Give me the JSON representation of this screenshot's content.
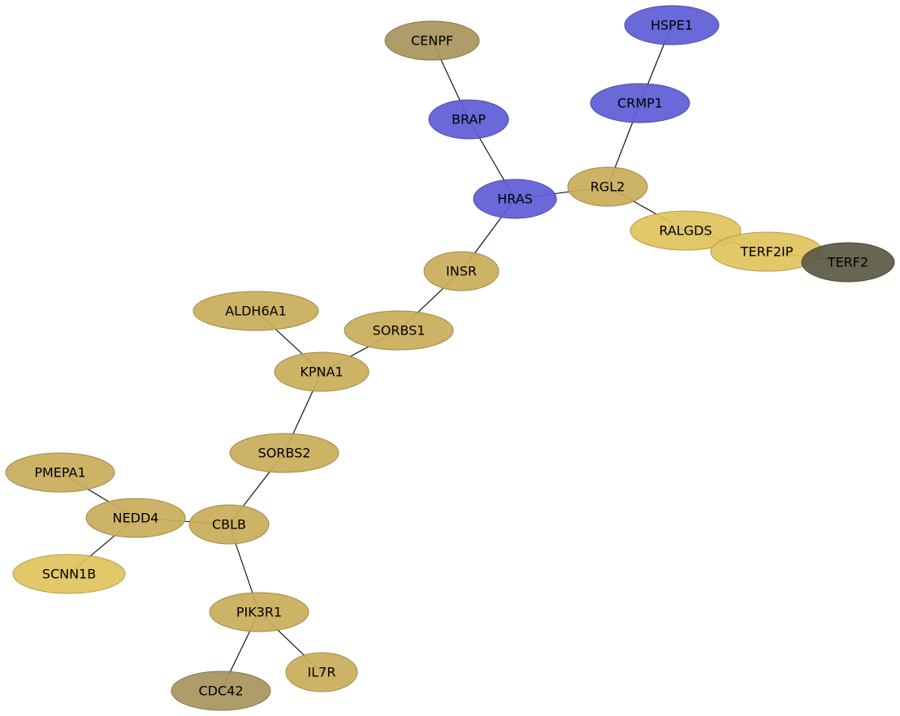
{
  "colors": {
    "blue": "#5e5ed6",
    "gold": "#c9ad5a",
    "bright_gold": "#e0c45e",
    "olive": "#a8955e",
    "dark": "#5d5a45",
    "edge": "#000000"
  },
  "nodes": [
    {
      "id": "CENPF",
      "label": "CENPF",
      "color": "olive"
    },
    {
      "id": "HSPE1",
      "label": "HSPE1",
      "color": "blue"
    },
    {
      "id": "BRAP",
      "label": "BRAP",
      "color": "blue"
    },
    {
      "id": "CRMP1",
      "label": "CRMP1",
      "color": "blue"
    },
    {
      "id": "RGL2",
      "label": "RGL2",
      "color": "gold"
    },
    {
      "id": "HRAS",
      "label": "HRAS",
      "color": "blue"
    },
    {
      "id": "RALGDS",
      "label": "RALGDS",
      "color": "bright_gold"
    },
    {
      "id": "TERF2IP",
      "label": "TERF2IP",
      "color": "bright_gold"
    },
    {
      "id": "TERF2",
      "label": "TERF2",
      "color": "dark"
    },
    {
      "id": "INSR",
      "label": "INSR",
      "color": "gold"
    },
    {
      "id": "ALDH6A1",
      "label": "ALDH6A1",
      "color": "gold"
    },
    {
      "id": "SORBS1",
      "label": "SORBS1",
      "color": "gold"
    },
    {
      "id": "KPNA1",
      "label": "KPNA1",
      "color": "gold"
    },
    {
      "id": "SORBS2",
      "label": "SORBS2",
      "color": "gold"
    },
    {
      "id": "PMEPA1",
      "label": "PMEPA1",
      "color": "gold"
    },
    {
      "id": "NEDD4",
      "label": "NEDD4",
      "color": "gold"
    },
    {
      "id": "CBLB",
      "label": "CBLB",
      "color": "gold"
    },
    {
      "id": "SCNN1B",
      "label": "SCNN1B",
      "color": "bright_gold"
    },
    {
      "id": "PIK3R1",
      "label": "PIK3R1",
      "color": "gold"
    },
    {
      "id": "IL7R",
      "label": "IL7R",
      "color": "gold"
    },
    {
      "id": "CDC42",
      "label": "CDC42",
      "color": "olive"
    }
  ],
  "edges": [
    [
      "CENPF",
      "BRAP"
    ],
    [
      "HSPE1",
      "CRMP1"
    ],
    [
      "BRAP",
      "HRAS"
    ],
    [
      "CRMP1",
      "RGL2"
    ],
    [
      "HRAS",
      "RGL2"
    ],
    [
      "RGL2",
      "RALGDS"
    ],
    [
      "RALGDS",
      "TERF2IP"
    ],
    [
      "TERF2IP",
      "TERF2"
    ],
    [
      "HRAS",
      "INSR"
    ],
    [
      "INSR",
      "SORBS1"
    ],
    [
      "SORBS1",
      "KPNA1"
    ],
    [
      "ALDH6A1",
      "KPNA1"
    ],
    [
      "KPNA1",
      "SORBS2"
    ],
    [
      "SORBS2",
      "CBLB"
    ],
    [
      "PMEPA1",
      "NEDD4"
    ],
    [
      "NEDD4",
      "CBLB"
    ],
    [
      "NEDD4",
      "SCNN1B"
    ],
    [
      "CBLB",
      "PIK3R1"
    ],
    [
      "PIK3R1",
      "IL7R"
    ],
    [
      "PIK3R1",
      "CDC42"
    ]
  ]
}
